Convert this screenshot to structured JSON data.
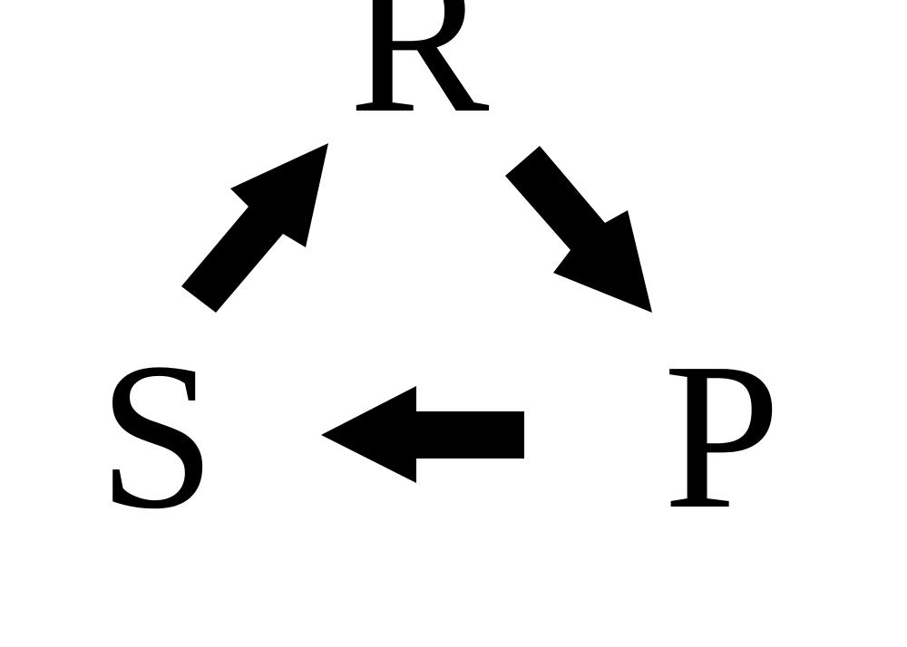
{
  "diagram": {
    "nodes": [
      {
        "id": "R",
        "label": "R"
      },
      {
        "id": "P",
        "label": "P"
      },
      {
        "id": "S",
        "label": "S"
      }
    ],
    "edges": [
      {
        "from": "R",
        "to": "P"
      },
      {
        "from": "P",
        "to": "S"
      },
      {
        "from": "S",
        "to": "R"
      }
    ],
    "colors": {
      "ink": "#000000",
      "background": "#ffffff"
    }
  }
}
